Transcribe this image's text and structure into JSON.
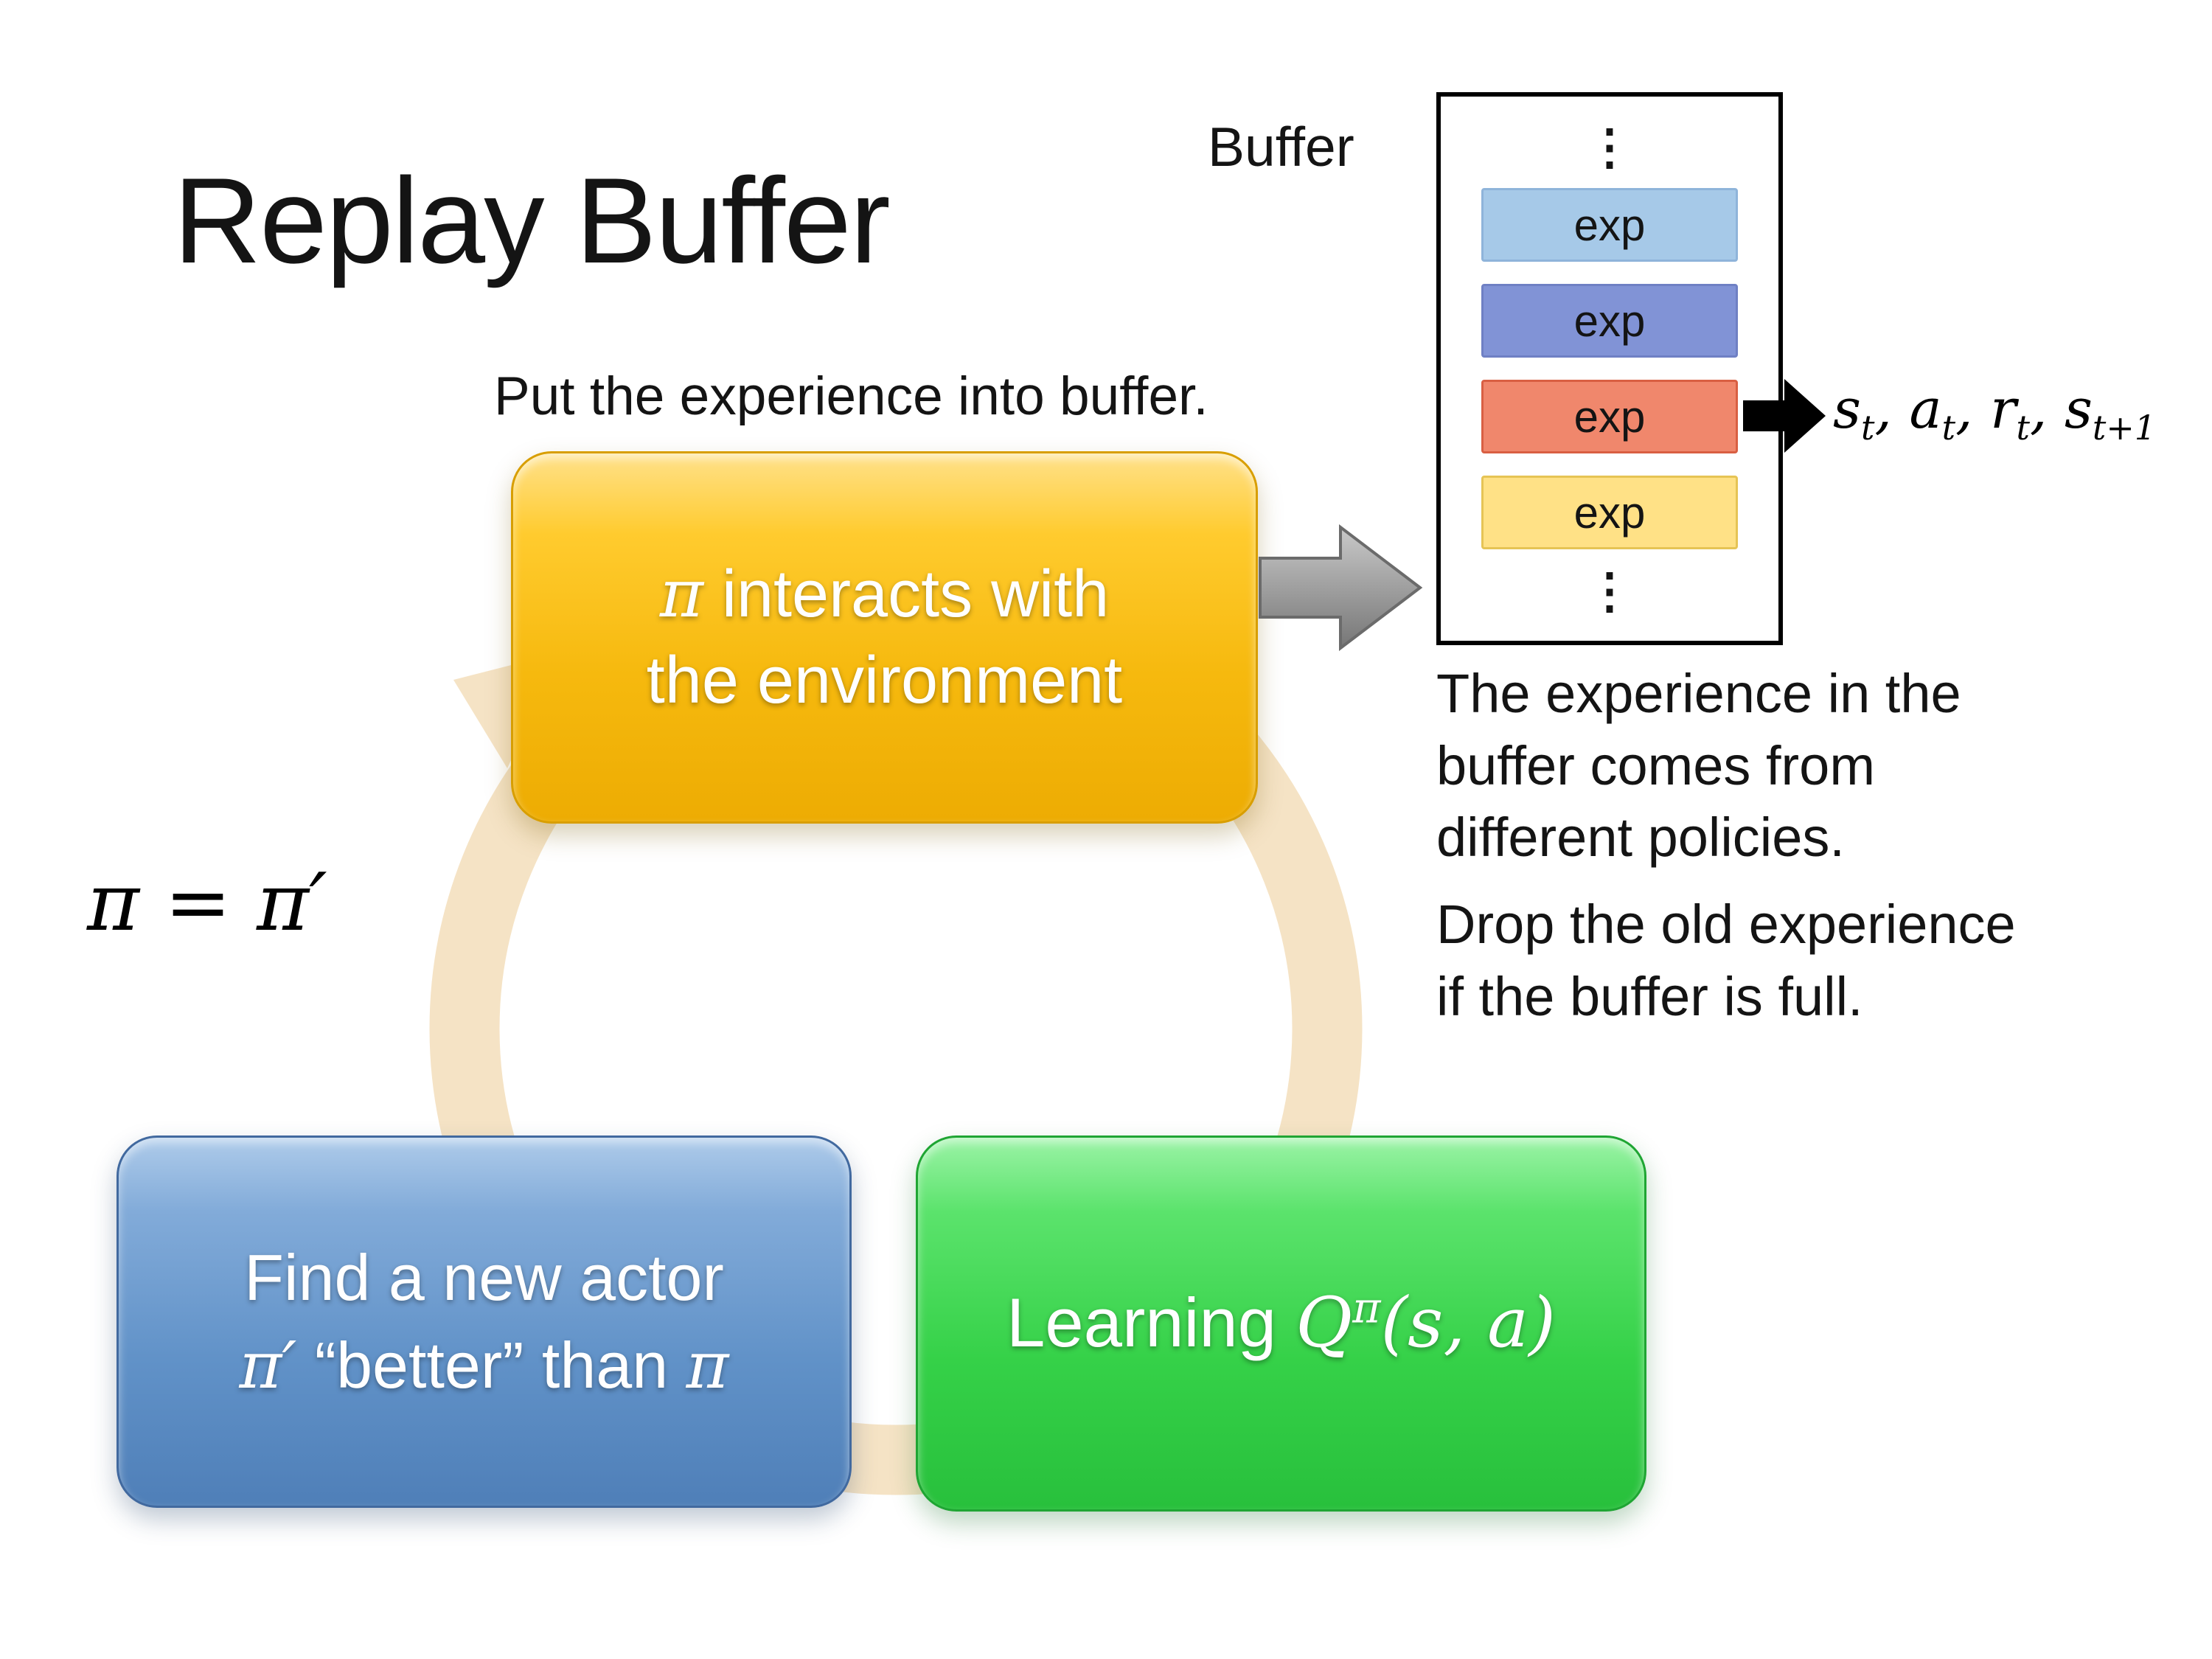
{
  "slide": {
    "title": "Replay Buffer",
    "caption": "Put the experience into buffer.",
    "policy_equation": "π = π′"
  },
  "buffer": {
    "label": "Buffer",
    "ellipsis": "⋮",
    "slots": [
      {
        "label": "exp",
        "fill": "#A6C9E8",
        "border": "#8FB4DA"
      },
      {
        "label": "exp",
        "fill": "#8193D6",
        "border": "#6F80C4"
      },
      {
        "label": "exp",
        "fill": "#F0876C",
        "border": "#D95F43"
      },
      {
        "label": "exp",
        "fill": "#FFE186",
        "border": "#E6C455"
      }
    ],
    "tuple": [
      {
        "base": "s",
        "sub": "t",
        "sep": ", "
      },
      {
        "base": "a",
        "sub": "t",
        "sep": ", "
      },
      {
        "base": "r",
        "sub": "t",
        "sep": ", "
      },
      {
        "base": "s",
        "sub": "t+1",
        "sep": ""
      }
    ]
  },
  "notes": {
    "para1": "The experience in the\nbuffer comes from\ndifferent policies.",
    "para2": "Drop the old experience\nif the buffer is full."
  },
  "nodes": {
    "interact": {
      "pi": "π",
      "rest": " interacts with\nthe environment"
    },
    "learn": {
      "prefix": "Learning ",
      "q": "Q",
      "sup": "π",
      "args": "(s, a)"
    },
    "actor": {
      "line1": "Find a new actor",
      "line2": [
        {
          "t": "π′"
        },
        {
          "t": " “better” than "
        },
        {
          "t": "π"
        }
      ]
    }
  },
  "colors": {
    "ring": "#F5E3C5",
    "arrow_gray": "#8C8C8C",
    "arrow_black": "#000000",
    "gold_box": "#F6B90E",
    "blue_box": "#6192C8",
    "green_box": "#35D148"
  }
}
